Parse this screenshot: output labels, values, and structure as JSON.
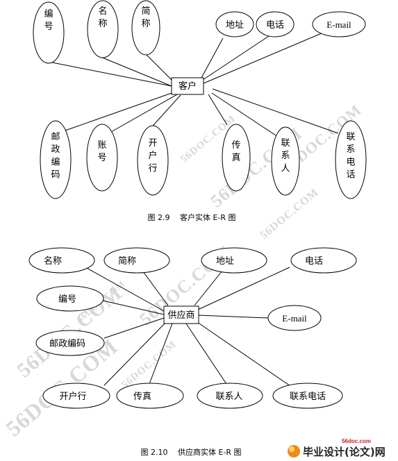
{
  "watermark": "56DOC.COM",
  "diagram1": {
    "entity": "客户",
    "top_attrs": [
      "编号",
      "名称",
      "简称",
      "地址",
      "电话",
      "E-mail"
    ],
    "bottom_attrs": [
      "邮政编码",
      "账号",
      "开户行",
      "传真",
      "联系人",
      "联系电话"
    ],
    "caption": "图 2.9　 客户实体 E-R 图"
  },
  "diagram2": {
    "entity": "供应商",
    "attrs": [
      "名称",
      "简称",
      "地址",
      "电话",
      "编号",
      "E-mail",
      "邮政编码",
      "开户行",
      "传真",
      "联系人",
      "联系电话"
    ],
    "caption": "图 2.10　 供应商实体 E-R 图"
  },
  "logo": {
    "domain": "56doc.com",
    "text": "毕业设计(论文)网"
  }
}
